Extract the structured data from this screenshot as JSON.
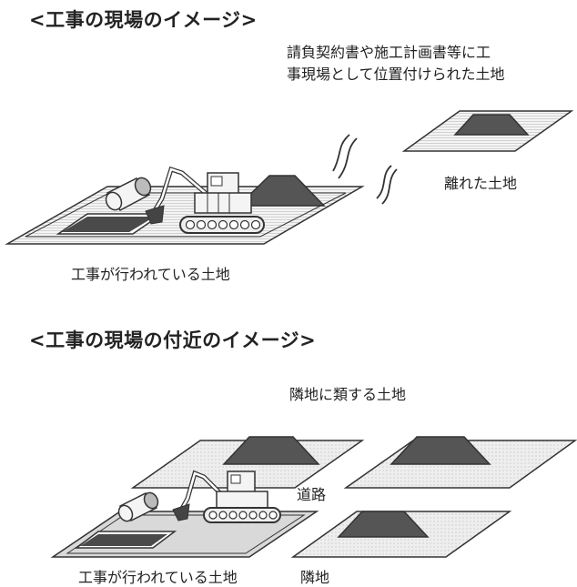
{
  "section1": {
    "heading": "<工事の現場のイメージ>",
    "description_line1": "請負契約書や施工計画書等に工",
    "description_line2": "事現場として位置付けられた土地",
    "remote_land_label": "離れた土地",
    "work_land_label": "工事が行われている土地"
  },
  "section2": {
    "heading": "<工事の現場の付近のイメージ>",
    "similar_land_label": "隣地に類する土地",
    "road_label": "道路",
    "work_land_label": "工事が行われている土地",
    "adjacent_land_label": "隣地"
  },
  "colors": {
    "outline": "#333333",
    "mound": "#555555",
    "plot_fill": "#f4f4f4",
    "gray_plot": "#d9d9d9",
    "stripe": "#c8c8c8"
  }
}
